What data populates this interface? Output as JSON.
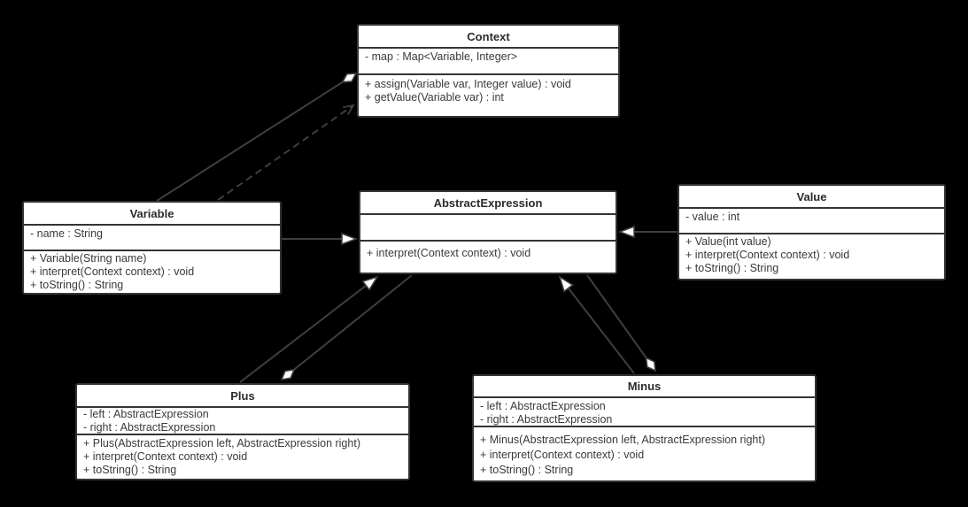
{
  "canvas": {
    "background": "#000000",
    "box_fill": "#ffffff",
    "border_color": "#343434",
    "line_color": "#3f3f3f",
    "text_color": "#3a3a3a"
  },
  "classes": {
    "context": {
      "title": "Context",
      "attributes": [
        "- map : Map<Variable, Integer>"
      ],
      "methods": [
        "+ assign(Variable var, Integer value) : void",
        "+ getValue(Variable var) : int"
      ]
    },
    "variable": {
      "title": "Variable",
      "attributes": [
        "- name : String"
      ],
      "methods": [
        "+ Variable(String name)",
        "+ interpret(Context context) : void",
        "+ toString() : String"
      ]
    },
    "abstract_expression": {
      "title": "AbstractExpression",
      "attributes": [],
      "methods": [
        "+ interpret(Context context) : void"
      ]
    },
    "value": {
      "title": "Value",
      "attributes": [
        "- value : int"
      ],
      "methods": [
        "+ Value(int value)",
        "+ interpret(Context context) : void",
        "+ toString() : String"
      ]
    },
    "plus": {
      "title": "Plus",
      "attributes": [
        "- left : AbstractExpression",
        "- right : AbstractExpression"
      ],
      "methods": [
        "+ Plus(AbstractExpression left, AbstractExpression right)",
        "+ interpret(Context context) : void",
        "+ toString() : String"
      ]
    },
    "minus": {
      "title": "Minus",
      "attributes": [
        "- left : AbstractExpression",
        "- right : AbstractExpression"
      ],
      "methods": [
        "+ Minus(AbstractExpression left, AbstractExpression right)",
        "+ interpret(Context context) : void",
        "+ toString() : String"
      ]
    }
  },
  "relationships": [
    {
      "whole": "Context",
      "part": "Variable",
      "type": "aggregation",
      "line": "solid",
      "marker": "hollow-diamond at Context"
    },
    {
      "from": "Variable",
      "to": "Context",
      "type": "dependency",
      "line": "dashed",
      "marker": "open-arrow at Context"
    },
    {
      "from": "Variable",
      "to": "AbstractExpression",
      "type": "generalization",
      "line": "solid",
      "marker": "hollow-triangle at AbstractExpression"
    },
    {
      "from": "Value",
      "to": "AbstractExpression",
      "type": "generalization",
      "line": "solid",
      "marker": "hollow-triangle at AbstractExpression"
    },
    {
      "from": "Plus",
      "to": "AbstractExpression",
      "type": "generalization",
      "line": "solid",
      "marker": "hollow-triangle at AbstractExpression"
    },
    {
      "whole": "Plus",
      "part": "AbstractExpression",
      "type": "aggregation",
      "line": "solid",
      "marker": "hollow-diamond at Plus"
    },
    {
      "from": "Minus",
      "to": "AbstractExpression",
      "type": "generalization",
      "line": "solid",
      "marker": "hollow-triangle at AbstractExpression"
    },
    {
      "whole": "Minus",
      "part": "AbstractExpression",
      "type": "aggregation",
      "line": "solid",
      "marker": "hollow-diamond at Minus"
    }
  ]
}
